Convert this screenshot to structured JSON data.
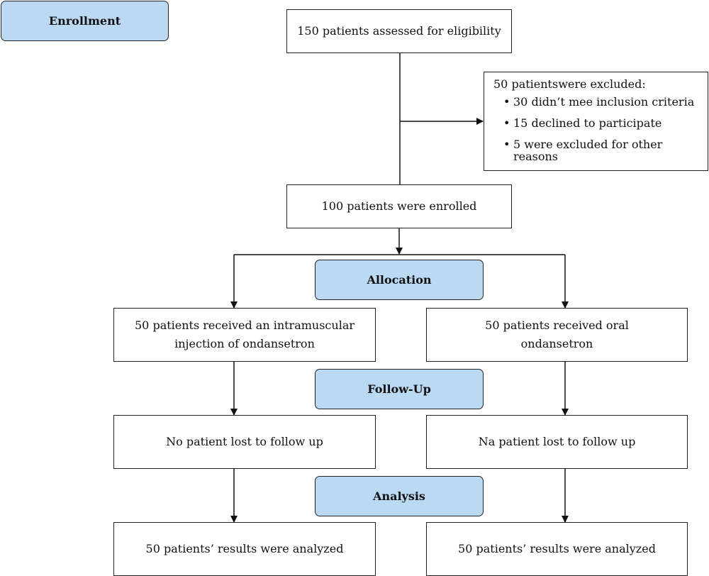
{
  "stages": {
    "enrollment": "Enrollment",
    "allocation": "Allocation",
    "follow_up": "Follow-Up",
    "analysis": "Analysis"
  },
  "assessed": "150 patients assessed for eligibility",
  "excluded": {
    "heading": "50 patientswere excluded:",
    "items": [
      "30 didn’t mee inclusion criteria",
      "15 declined to participate",
      "5 were excluded for other reasons"
    ]
  },
  "enrolled": "100 patients were enrolled",
  "arms": [
    {
      "received": "50 patients received an intramuscular injection of ondansetron",
      "lost": "No patient lost to follow up",
      "analyzed": "50 patients’ results were analyzed"
    },
    {
      "received": "50 patients received oral ondansetron",
      "lost": "Na patient lost to follow up",
      "analyzed": "50 patients’ results were analyzed"
    }
  ]
}
